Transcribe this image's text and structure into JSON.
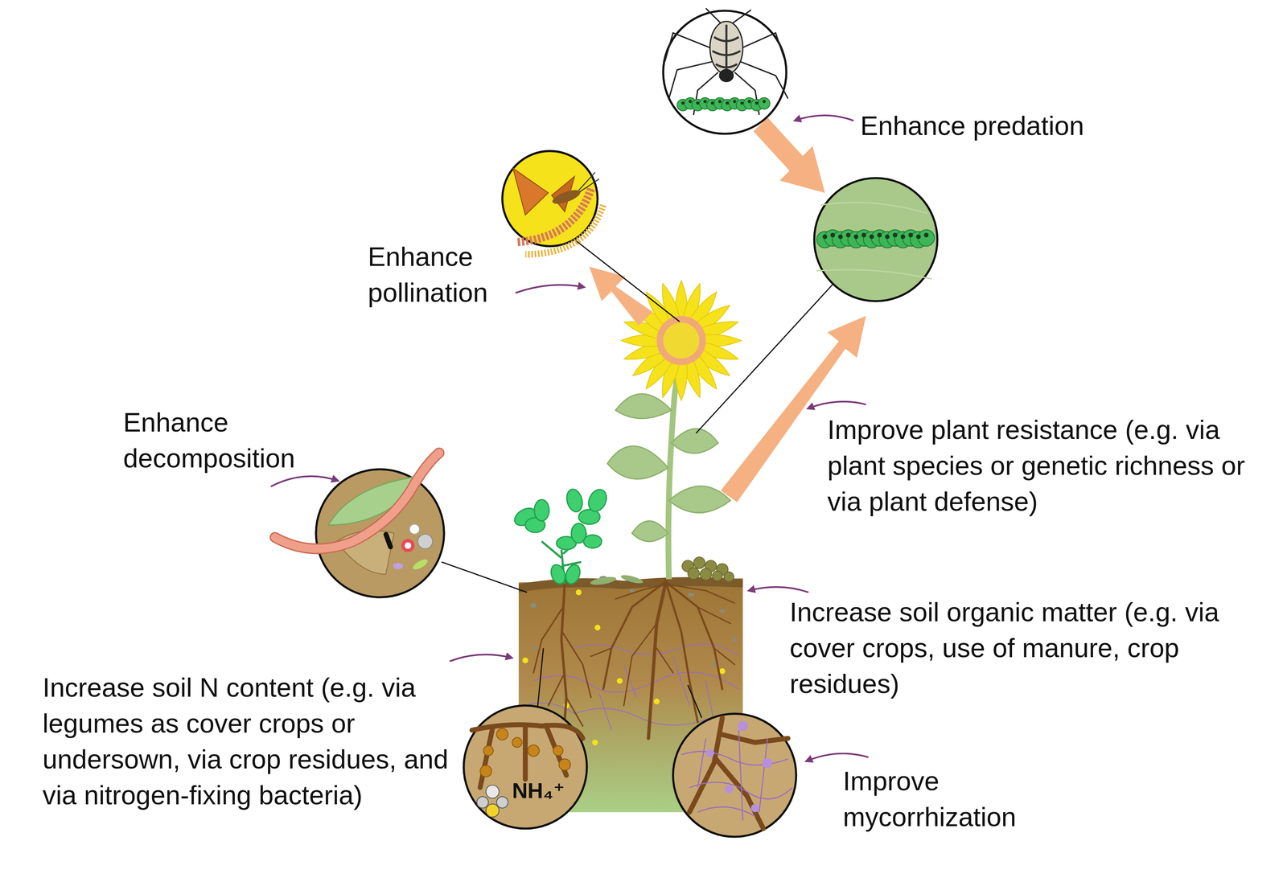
{
  "diagram": {
    "nodes": [
      {
        "text": [
          "NH₄⁺"
        ]
      }
    ],
    "labels": [
      "Enhance predation",
      "Enhance pollination",
      "Improve plant resistance (e.g. via plant species or genetic richness or via plant defense)",
      "Enhance decomposition",
      "Increase soil organic matter (e.g. via cover crops, use of manure, crop residues)",
      "Increase soil N content (e.g. via legumes as cover crops or undersown, via crop residues, and via nitrogen-fixing bacteria)",
      "Improve mycorrhization"
    ]
  }
}
